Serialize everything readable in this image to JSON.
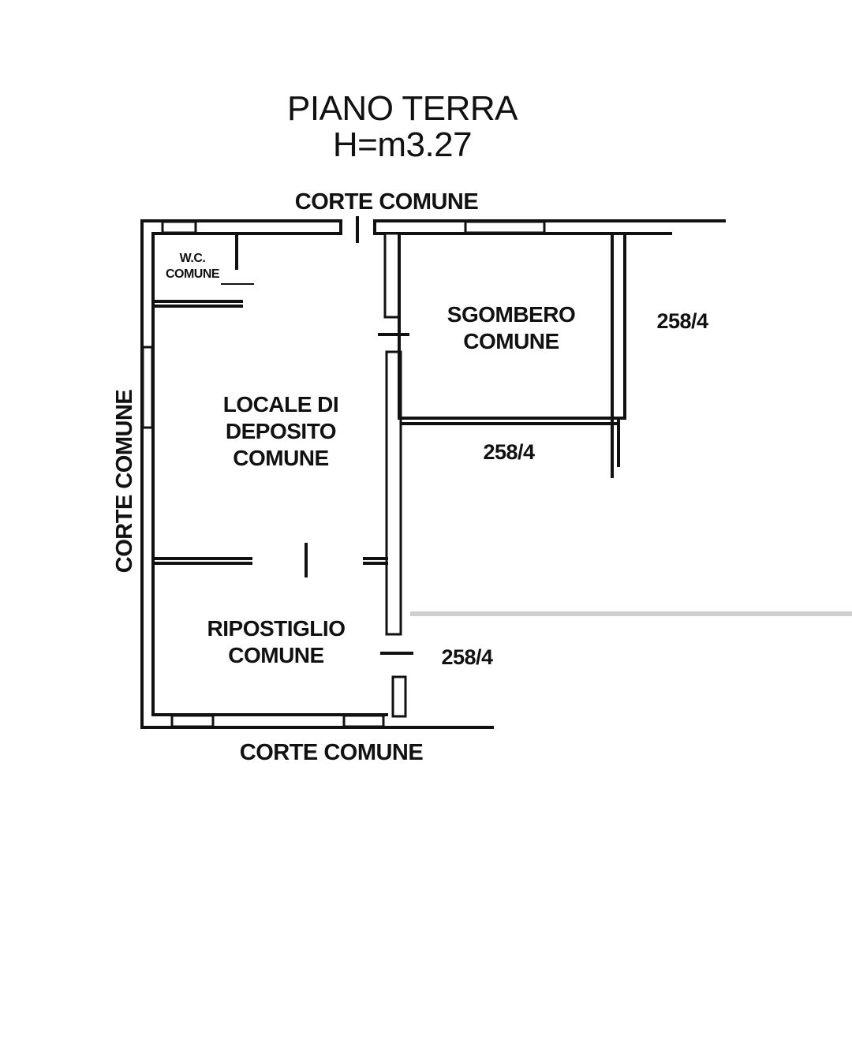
{
  "header": {
    "title": "PIANO TERRA",
    "height": "H=m3.27"
  },
  "courtyards": {
    "top": "CORTE COMUNE",
    "left": "CORTE COMUNE",
    "bottom": "CORTE COMUNE"
  },
  "rooms": {
    "wc": [
      "W.C.",
      "COMUNE"
    ],
    "sgombero": [
      "SGOMBERO",
      "COMUNE"
    ],
    "deposito": [
      "LOCALE DI",
      "DEPOSITO",
      "COMUNE"
    ],
    "ripostiglio": [
      "RIPOSTIGLIO",
      "COMUNE"
    ]
  },
  "parcels": {
    "right": "258/4",
    "middle": "258/4",
    "bottom": "258/4"
  }
}
